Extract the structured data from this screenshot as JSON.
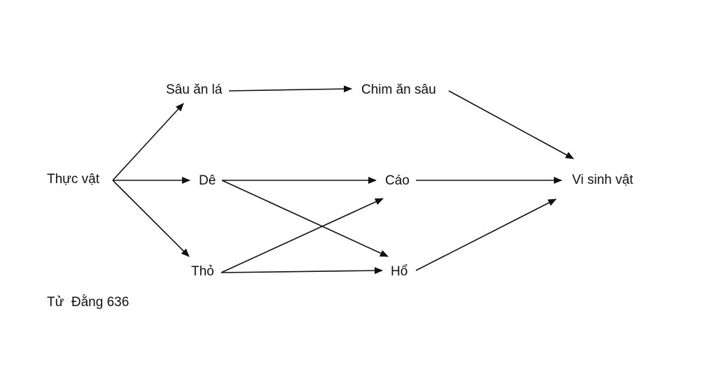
{
  "diagram": {
    "type": "food-web",
    "colors": {
      "stroke": "#111111",
      "text": "#111111",
      "background": "#ffffff"
    },
    "nodes": {
      "thuc_vat": "Thực vật",
      "sau_an_la": "Sâu ăn lá",
      "chim_an_sau": "Chim ăn sâu",
      "de": "Dê",
      "cao": "Cáo",
      "vi_sinh_vat": "Vi sinh vật",
      "tho": "Thỏ",
      "ho": "Hổ"
    },
    "edges": [
      {
        "from": "Thực vật",
        "to": "Sâu ăn lá"
      },
      {
        "from": "Thực vật",
        "to": "Dê"
      },
      {
        "from": "Thực vật",
        "to": "Thỏ"
      },
      {
        "from": "Sâu ăn lá",
        "to": "Chim ăn sâu"
      },
      {
        "from": "Chim ăn sâu",
        "to": "Vi sinh vật"
      },
      {
        "from": "Dê",
        "to": "Cáo"
      },
      {
        "from": "Dê",
        "to": "Hổ"
      },
      {
        "from": "Thỏ",
        "to": "Cáo"
      },
      {
        "from": "Thỏ",
        "to": "Hổ"
      },
      {
        "from": "Cáo",
        "to": "Vi sinh vật"
      },
      {
        "from": "Hổ",
        "to": "Vi sinh vật"
      }
    ]
  },
  "footer": {
    "author": "Tử  Đằng 636"
  }
}
